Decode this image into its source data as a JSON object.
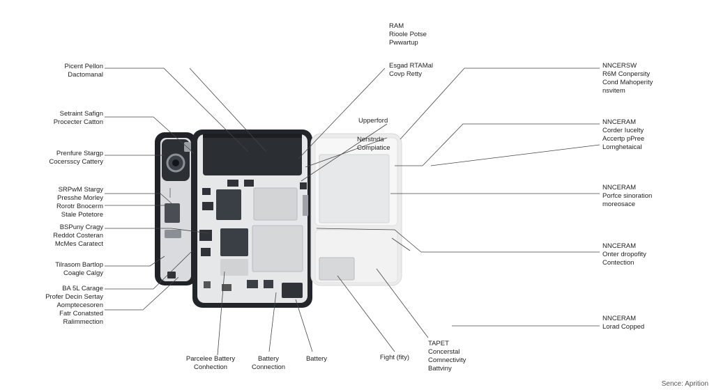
{
  "labels": {
    "top_ram": [
      "RAM",
      "Rioole Potse",
      "Pwwartup"
    ],
    "left_1": [
      "Picent Pellon",
      "Dactomanal"
    ],
    "left_2": [
      "Setraint Safign",
      "Procecter Catton"
    ],
    "left_3": [
      "Prenfure Stargp",
      "Cocersscy Cattery"
    ],
    "left_4": [
      "SRPwM Stargy",
      "Presshe Morley",
      "Rorotr Bnocerm",
      "Stale Potetore"
    ],
    "left_5": [
      "BSPuny Cragy",
      "Reddot Costeran",
      "McMes Caratect"
    ],
    "left_6": [
      "Tilrasom Bartlop",
      "Coagle Calgy"
    ],
    "left_7": [
      "BA 5L Carage",
      "Profer Decin Sertay",
      "Aomptecesoren",
      "Fatr Conatsted",
      "Ralimmection"
    ],
    "center_1": [
      "Esgad RTAMal",
      "Covp Retty"
    ],
    "center_2": [
      "Upperford"
    ],
    "center_3": [
      "Nerstnda",
      "Compiatice"
    ],
    "right_1": [
      "NNCERSW",
      "R6M Conpersity",
      "Cond Mahoperity",
      "nsvitem"
    ],
    "right_2": [
      "NNCERAM",
      "Corder Iucelty",
      "Accertp pPree",
      "Lomghetaical"
    ],
    "right_3": [
      "NNCERAM",
      "Porfce sinoration",
      "moreosace"
    ],
    "right_4": [
      "NNCERAM",
      "Onter dropofity",
      "Contection"
    ],
    "right_5": [
      "NNCERAM",
      "Lorad Copped"
    ],
    "bottom_1": [
      "Parcelee Battery",
      "Conhection"
    ],
    "bottom_2": [
      "Battery",
      "Connection"
    ],
    "bottom_3": [
      "Battery"
    ],
    "bottom_4": [
      "Fight (fity)"
    ],
    "bottom_5": [
      "TAPET",
      "Concerstal",
      "Comnectivity",
      "Battviny"
    ]
  },
  "caption": "Sence: Aprition"
}
